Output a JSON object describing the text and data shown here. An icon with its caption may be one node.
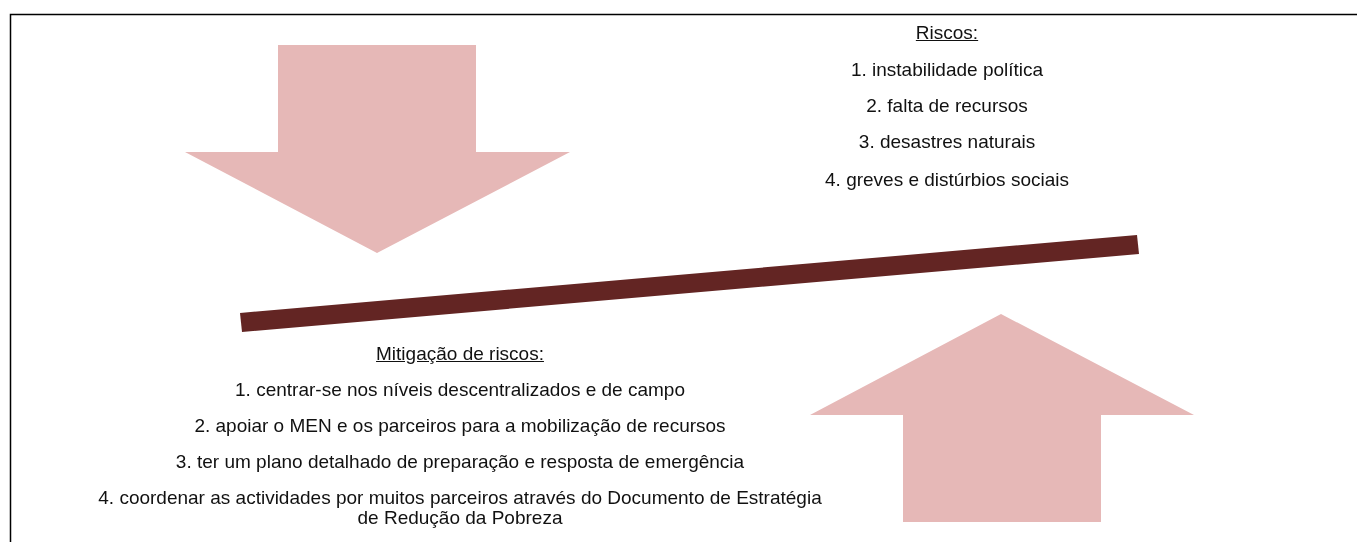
{
  "diagram": {
    "labels": [
      "Riscos:",
      "1. instabilidade política",
      "2. falta de recursos",
      "3. desastres naturais",
      "4. greves e distúrbios sociais",
      "Mitigação de riscos:",
      "1. centrar-se nos níveis descentralizados e de campo",
      "2. apoiar o MEN e os parceiros para a mobilização de recursos",
      "3. ter um plano detalhado de preparação e resposta de emergência",
      "4. coordenar as actividades por muitos parceiros através do Documento de Estratégia de Redução da Pobreza"
    ]
  }
}
